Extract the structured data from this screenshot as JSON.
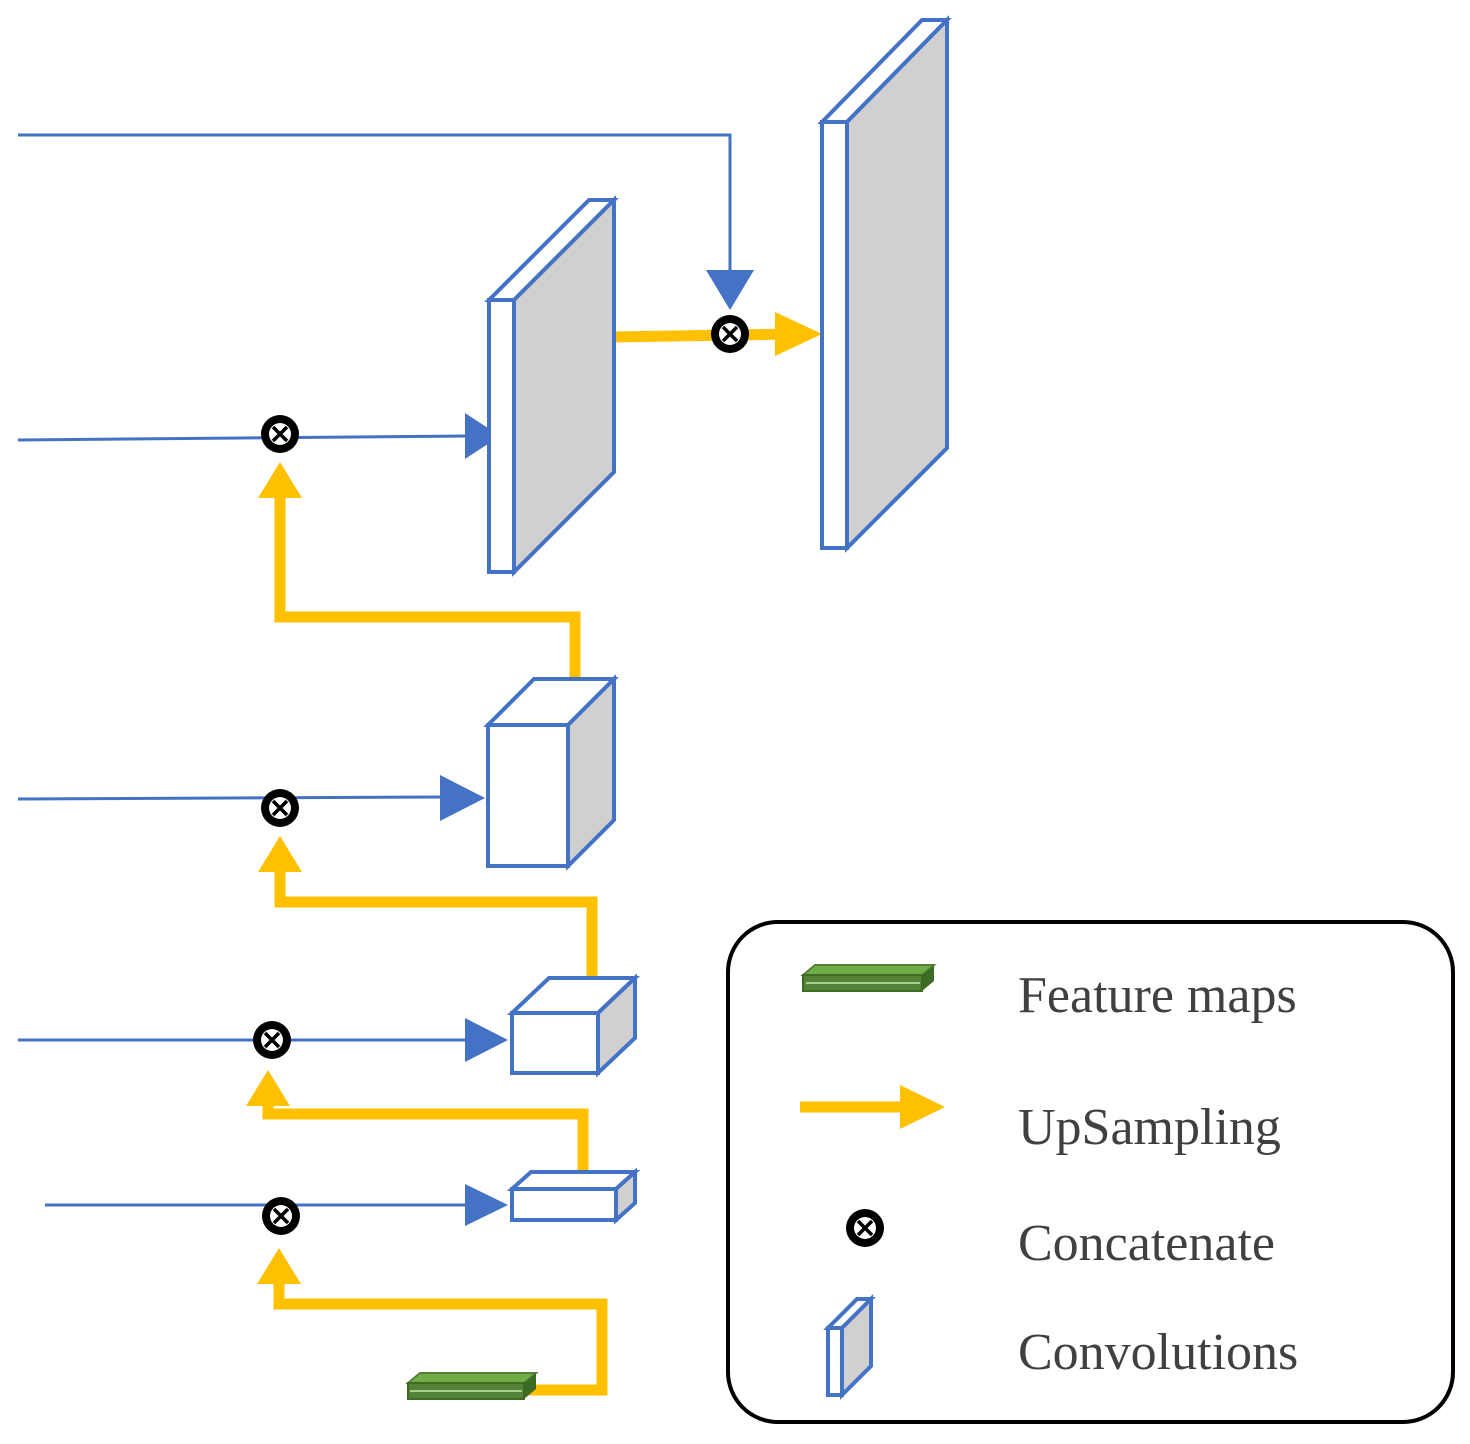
{
  "colors": {
    "skip_line": "#4472C4",
    "upsample": "#FFC000",
    "feature_map": "#548235",
    "feature_map_light": "#70AD47",
    "block_face": "#FFFFFF",
    "block_shade": "#D0D0D0",
    "concat": "#000000"
  },
  "icons": {
    "concatenate": "circled-times-icon",
    "upsampling": "arrow-right-icon",
    "convolutions": "conv-slab-icon",
    "feature_maps": "feature-map-bar-icon"
  },
  "legend": {
    "feature_maps": "Feature maps",
    "upsampling": "UpSampling",
    "concatenate": "Concatenate",
    "convolutions": "Convolutions"
  }
}
